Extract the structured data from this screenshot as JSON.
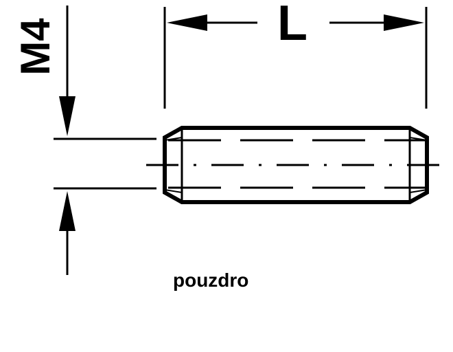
{
  "diagram": {
    "thread_label": "M4",
    "length_label": "L",
    "caption": "pouzdro"
  }
}
